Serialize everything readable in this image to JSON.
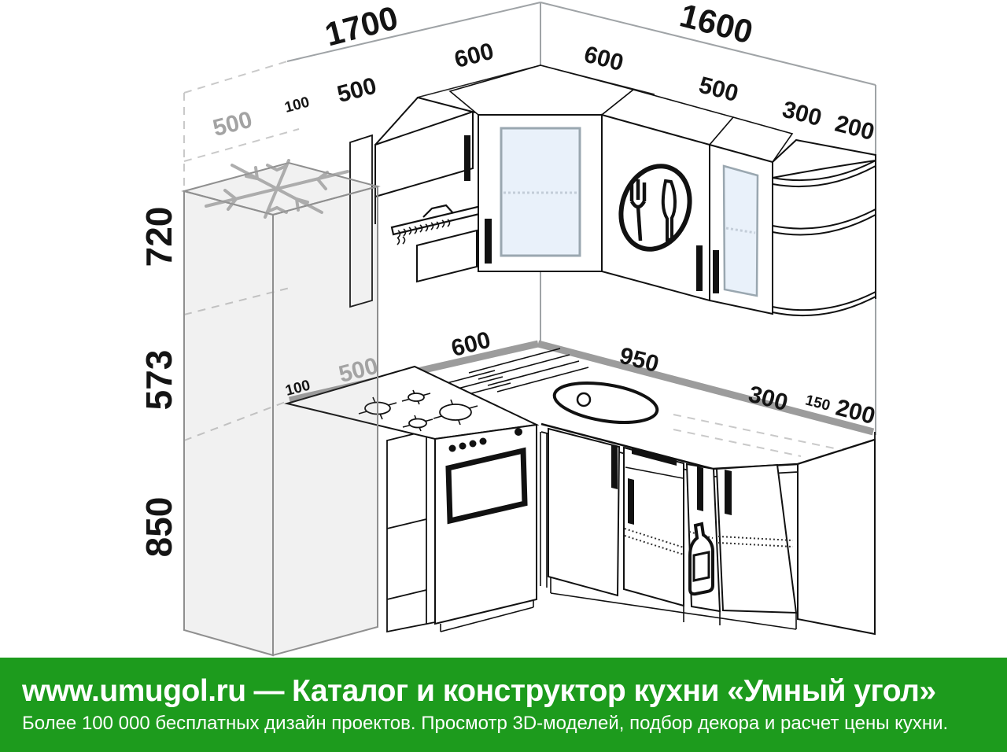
{
  "banner": {
    "site": "www.umugol.ru",
    "dash": "—",
    "title": "Каталог и конструктор кухни «Умный угол»",
    "subtitle": "Более 100 000 бесплатных дизайн проектов. Просмотр 3D-моделей, подбор декора и расчет цены кухни.",
    "bg_color": "#1d9b1d",
    "text_color": "#ffffff"
  },
  "drawing": {
    "type": "corner-kitchen dimension drawing",
    "walls": {
      "left_total_mm": "1700",
      "right_total_mm": "1600"
    },
    "upper_row_left": {
      "filler": "100",
      "hood_cabinet": "500",
      "corner_cabinet": "600"
    },
    "upper_row_right": {
      "corner_cabinet": "600",
      "dishes_cabinet": "500",
      "glass_cabinet": "300",
      "open_shelf": "200"
    },
    "heights": {
      "upper_cabinets": "720",
      "apron": "573",
      "base_cabinets": "850"
    },
    "base_row_left": {
      "fridge_depth": "500",
      "filler": "100",
      "cooker": "600"
    },
    "base_row_right": {
      "sink_run": "950",
      "corner_cabinet": "300",
      "bottle_cabinet": "150",
      "end_shelf": "200"
    },
    "icons": {
      "fridge": "snowflake-icon",
      "hood": "cooker-hood-icon",
      "dishes_cabinet": "cutlery-plate-icon",
      "bottle_cabinet": "bottle-icon"
    }
  },
  "labels": {
    "total_left": "1700",
    "total_right": "1600",
    "up_100": "100",
    "up_500": "500",
    "up_600_left": "600",
    "fridge_500_top": "500",
    "up_600_right": "600",
    "up_500_right": "500",
    "up_300": "300",
    "up_200": "200",
    "h720": "720",
    "h573": "573",
    "h850": "850",
    "ct_100": "100",
    "ct_500": "500",
    "ct_600": "600",
    "ct_950": "950",
    "ct_300": "300",
    "ct_150": "150",
    "ct_200": "200"
  }
}
